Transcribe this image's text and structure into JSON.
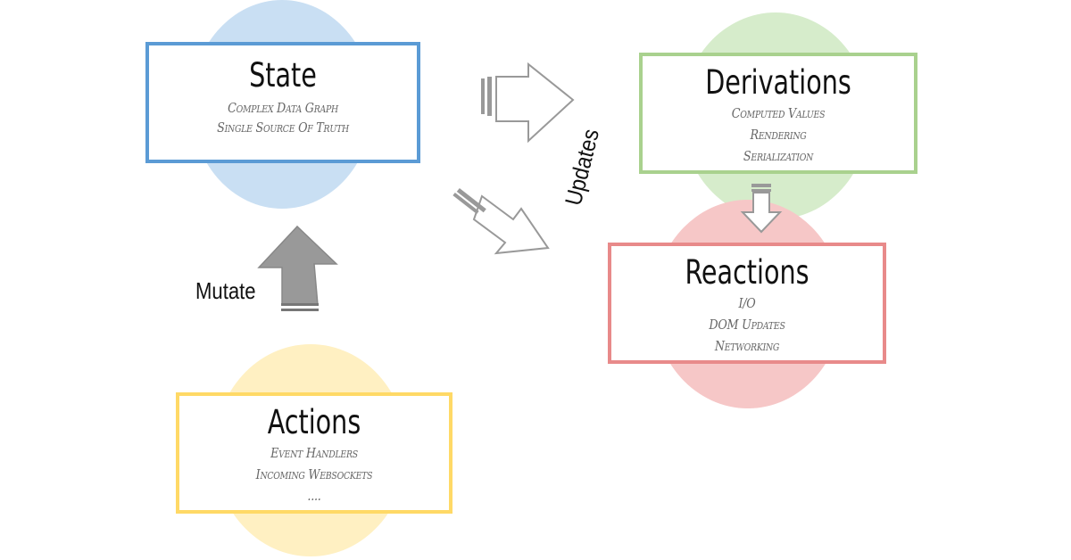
{
  "nodes": {
    "state": {
      "title": "State",
      "lines": [
        "Complex Data Graph",
        "Single Source Of Truth"
      ]
    },
    "derivations": {
      "title": "Derivations",
      "lines": [
        "Computed Values",
        "Rendering",
        "Serialization"
      ]
    },
    "reactions": {
      "title": "Reactions",
      "lines": [
        "I/O",
        "DOM Updates",
        "Networking"
      ]
    },
    "actions": {
      "title": "Actions",
      "lines": [
        "Event Handlers",
        "Incoming Websockets",
        "...."
      ]
    }
  },
  "labels": {
    "mutate": "Mutate",
    "updates": "Updates"
  },
  "colors": {
    "state_border": "#5b9bd5",
    "state_fill": "#c9dff3",
    "derivations_border": "#a9d18e",
    "derivations_fill": "#d6eccb",
    "reactions_border": "#e88a8a",
    "reactions_fill": "#f6c7c7",
    "actions_border": "#ffd966",
    "actions_fill": "#fff0c2",
    "arrow_gray": "#999999"
  }
}
